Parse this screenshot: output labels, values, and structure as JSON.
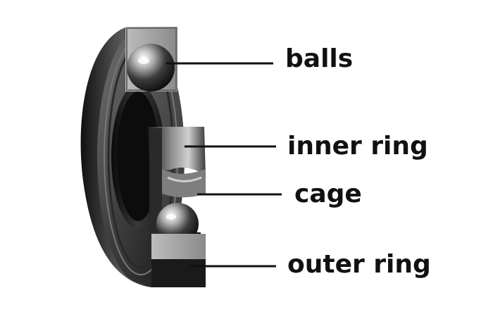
{
  "labels": {
    "balls": "balls",
    "inner_ring": "inner ring",
    "cage": "cage",
    "outer_ring": "outer ring"
  },
  "colors": {
    "background": "#ffffff",
    "leader_line": "#111111",
    "label_text": "#111111",
    "metal_dark": "#1c1c1c",
    "metal_mid": "#4a4a4a",
    "metal_light": "#9a9a9a"
  }
}
